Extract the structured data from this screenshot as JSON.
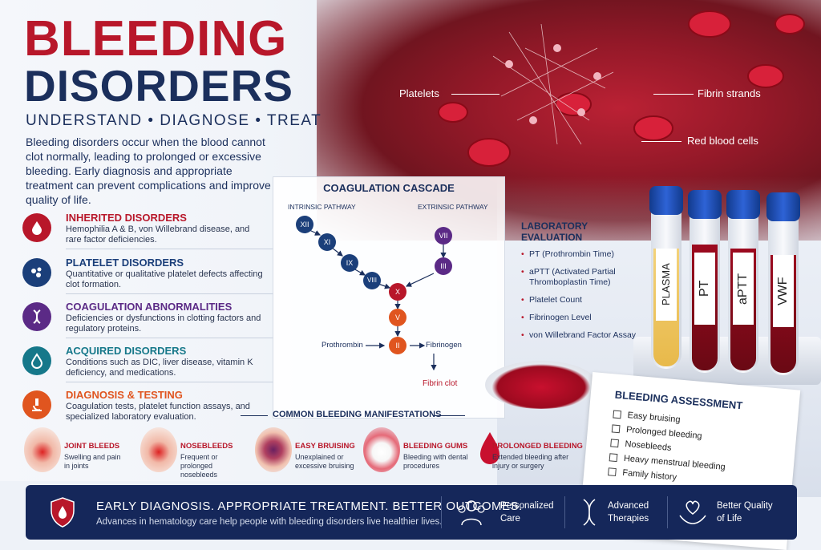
{
  "title_line1": "BLEEDING",
  "title_line2": "DISORDERS",
  "tagline": "UNDERSTAND • DIAGNOSE • TREAT",
  "intro": "Bleeding disorders occur when the blood cannot clot normally, leading to prolonged or excessive bleeding. Early diagnosis and appropriate treatment can prevent complications and improve quality of life.",
  "categories": [
    {
      "heading": "INHERITED DISORDERS",
      "text": "Hemophilia A & B, von Willebrand disease, and rare factor deficiencies.",
      "color": "#b8172a",
      "icon": "blood-drop-icon"
    },
    {
      "heading": "PLATELET DISORDERS",
      "text": "Quantitative or qualitative platelet defects affecting clot formation.",
      "color": "#1b3f7a",
      "icon": "platelets-icon"
    },
    {
      "heading": "COAGULATION ABNORMALITIES",
      "text": "Deficiencies or dysfunctions in clotting factors and regulatory proteins.",
      "color": "#5b2a86",
      "icon": "dna-icon"
    },
    {
      "heading": "ACQUIRED DISORDERS",
      "text": "Conditions such as DIC, liver disease, vitamin K deficiency, and medications.",
      "color": "#16788a",
      "icon": "drop-icon"
    },
    {
      "heading": "DIAGNOSIS & TESTING",
      "text": "Coagulation tests, platelet function assays, and specialized laboratory evaluation.",
      "color": "#e0551f",
      "icon": "microscope-icon"
    }
  ],
  "photo_labels": {
    "platelets": "Platelets",
    "fibrin": "Fibrin strands",
    "rbc": "Red blood cells"
  },
  "cascade": {
    "title": "COAGULATION CASCADE",
    "intrinsic": "INTRINSIC PATHWAY",
    "extrinsic": "EXTRINSIC PATHWAY",
    "factors": {
      "xii": "XII",
      "xi": "XI",
      "ix": "IX",
      "viii": "VIII",
      "vii": "VII",
      "iii": "III",
      "x": "X",
      "v": "V",
      "ii": "II"
    },
    "prothrombin": "Prothrombin",
    "fibrinogen": "Fibrinogen",
    "fibrin_clot": "Fibrin clot"
  },
  "lab": {
    "title": "LABORATORY EVALUATION",
    "items": [
      "PT (Prothrombin Time)",
      "aPTT (Activated Partial Thromboplastin Time)",
      "Platelet Count",
      "Fibrinogen Level",
      "von Willebrand Factor Assay"
    ]
  },
  "tubes": [
    "PLASMA",
    "PT",
    "aPTT",
    "VWF"
  ],
  "assessment": {
    "title": "BLEEDING ASSESSMENT",
    "items": [
      "Easy bruising",
      "Prolonged bleeding",
      "Nosebleeds",
      "Heavy menstrual bleeding",
      "Family history"
    ]
  },
  "manifestations": {
    "title": "COMMON BLEEDING MANIFESTATIONS",
    "items": [
      {
        "heading": "JOINT BLEEDS",
        "text": "Swelling and pain in joints"
      },
      {
        "heading": "NOSEBLEEDS",
        "text": "Frequent or prolonged nosebleeds"
      },
      {
        "heading": "EASY BRUISING",
        "text": "Unexplained or excessive bruising"
      },
      {
        "heading": "BLEEDING GUMS",
        "text": "Bleeding with dental procedures"
      },
      {
        "heading": "PROLONGED BLEEDING",
        "text": "Extended bleeding after injury or surgery"
      }
    ]
  },
  "footer": {
    "heading": "EARLY DIAGNOSIS. APPROPRIATE TREATMENT. BETTER OUTCOMES.",
    "text": "Advances in hematology care help people with bleeding disorders live healthier lives.",
    "benefits": [
      {
        "label1": "Personalized",
        "label2": "Care",
        "icon": "people-icon"
      },
      {
        "label1": "Advanced",
        "label2": "Therapies",
        "icon": "dna-icon"
      },
      {
        "label1": "Better Quality",
        "label2": "of Life",
        "icon": "heart-hands-icon"
      }
    ]
  }
}
